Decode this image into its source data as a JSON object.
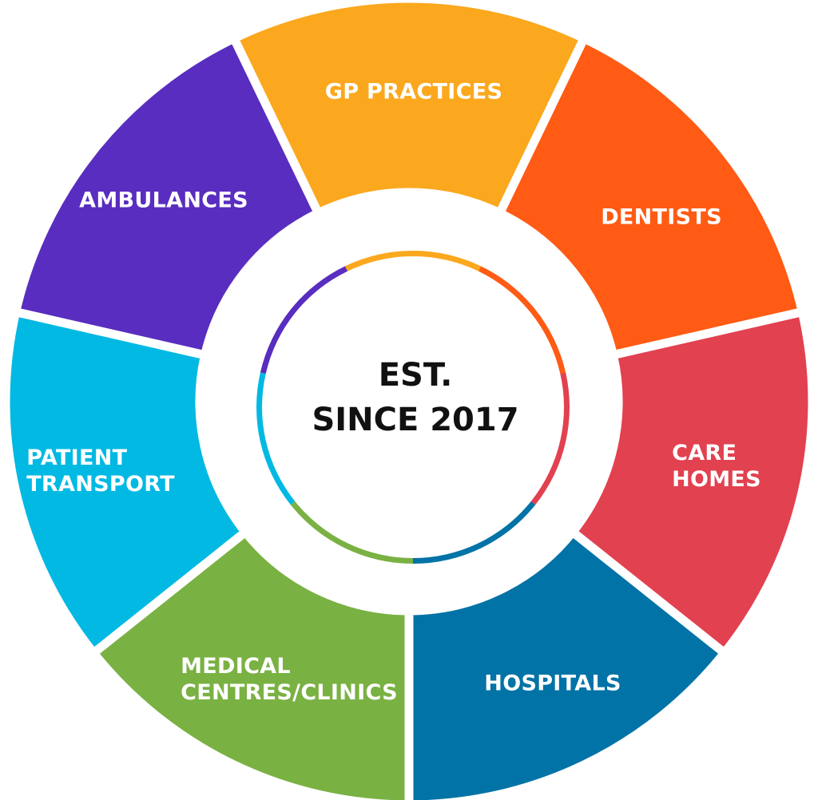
{
  "segments": [
    {
      "label": "GP PRACTICES",
      "color": "#FBA81E"
    },
    {
      "label": "DENTISTS",
      "color": "#FF5B14"
    },
    {
      "label": "CARE HOMES",
      "line1": "CARE",
      "line2": "HOMES",
      "color": "#E24150"
    },
    {
      "label": "HOSPITALS",
      "color": "#0273A6"
    },
    {
      "label": "MEDICAL CENTRES/CLINICS",
      "line1": "MEDICAL",
      "line2": "CENTRES/CLINICS",
      "color": "#7AB143"
    },
    {
      "label": "PATIENT TRANSPORT",
      "line1": "PATIENT",
      "line2": "TRANSPORT",
      "color": "#02B9E3"
    },
    {
      "label": "AMBULANCES",
      "color": "#582DBF"
    }
  ],
  "center": {
    "line1": "EST.",
    "line2": "SINCE 2017"
  }
}
